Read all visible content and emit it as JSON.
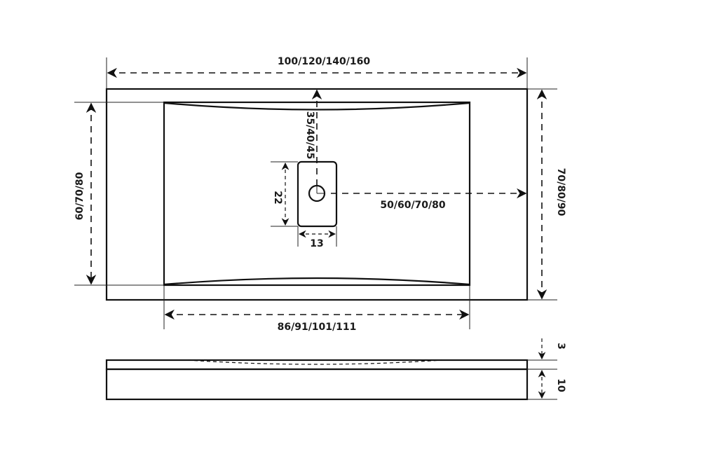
{
  "drawing": {
    "type": "technical-drawing",
    "subject": "washbasin-countertop",
    "views": [
      "top-view",
      "side-view"
    ]
  },
  "dimensions": {
    "overall_width": "100/120/140/160",
    "overall_depth": "70/80/90",
    "bowl_depth": "60/70/80",
    "bowl_width": "86/91/101/111",
    "drain_from_back": "35/40/45",
    "drain_from_right": "50/60/70/80",
    "drain_plate_height": "22",
    "drain_plate_width": "13",
    "bowl_recess_depth": "3",
    "slab_thickness": "10"
  }
}
